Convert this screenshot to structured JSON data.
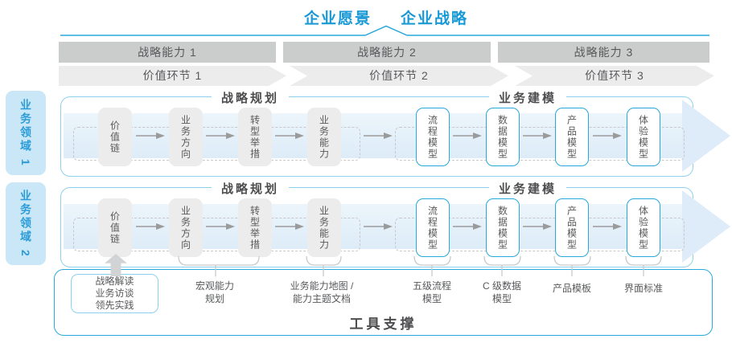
{
  "title": {
    "vision": "企业愿景",
    "strategy": "企业战略"
  },
  "capabilities": [
    "战略能力 1",
    "战略能力 2",
    "战略能力 3"
  ],
  "value_links": [
    "价值环节 1",
    "价值环节 2",
    "价值环节 3"
  ],
  "domains": [
    "业务领域 1",
    "业务领域 2"
  ],
  "flow_row": {
    "planning_header": "战略规划",
    "modeling_header": "业务建模",
    "gray_boxes": [
      "价值链",
      "业务方向",
      "转型举措",
      "业务能力"
    ],
    "blue_boxes": [
      "流程模型",
      "数据模型",
      "产品模型",
      "体验模型"
    ]
  },
  "annotations": {
    "practice_box": "战略解读\n业务访谈\n领先实践",
    "macro_capability": "宏观能力\n规划",
    "capability_map": "业务能力地图 /\n能力主题文档",
    "process_model": "五级流程\n模型",
    "data_model": "C 级数据\n模型",
    "product_template": "产品模板",
    "ui_standard": "界面标准"
  },
  "footer": {
    "tool_support": "工具支撑"
  },
  "colors": {
    "title_blue": "#1899d6",
    "accent_blue": "#29a8dc",
    "light_border_blue": "#8ed1ef",
    "domain_fill_blue": "#c9e7f6",
    "band_blue": "#ddecf8",
    "bar_gray": "#cbcccc",
    "chevron_gray": "#ececed",
    "box_gray": "#ececec",
    "text_dark": "#58595b",
    "header_dark": "#4d4d4f",
    "arrow_gray": "#9b9b9b"
  }
}
